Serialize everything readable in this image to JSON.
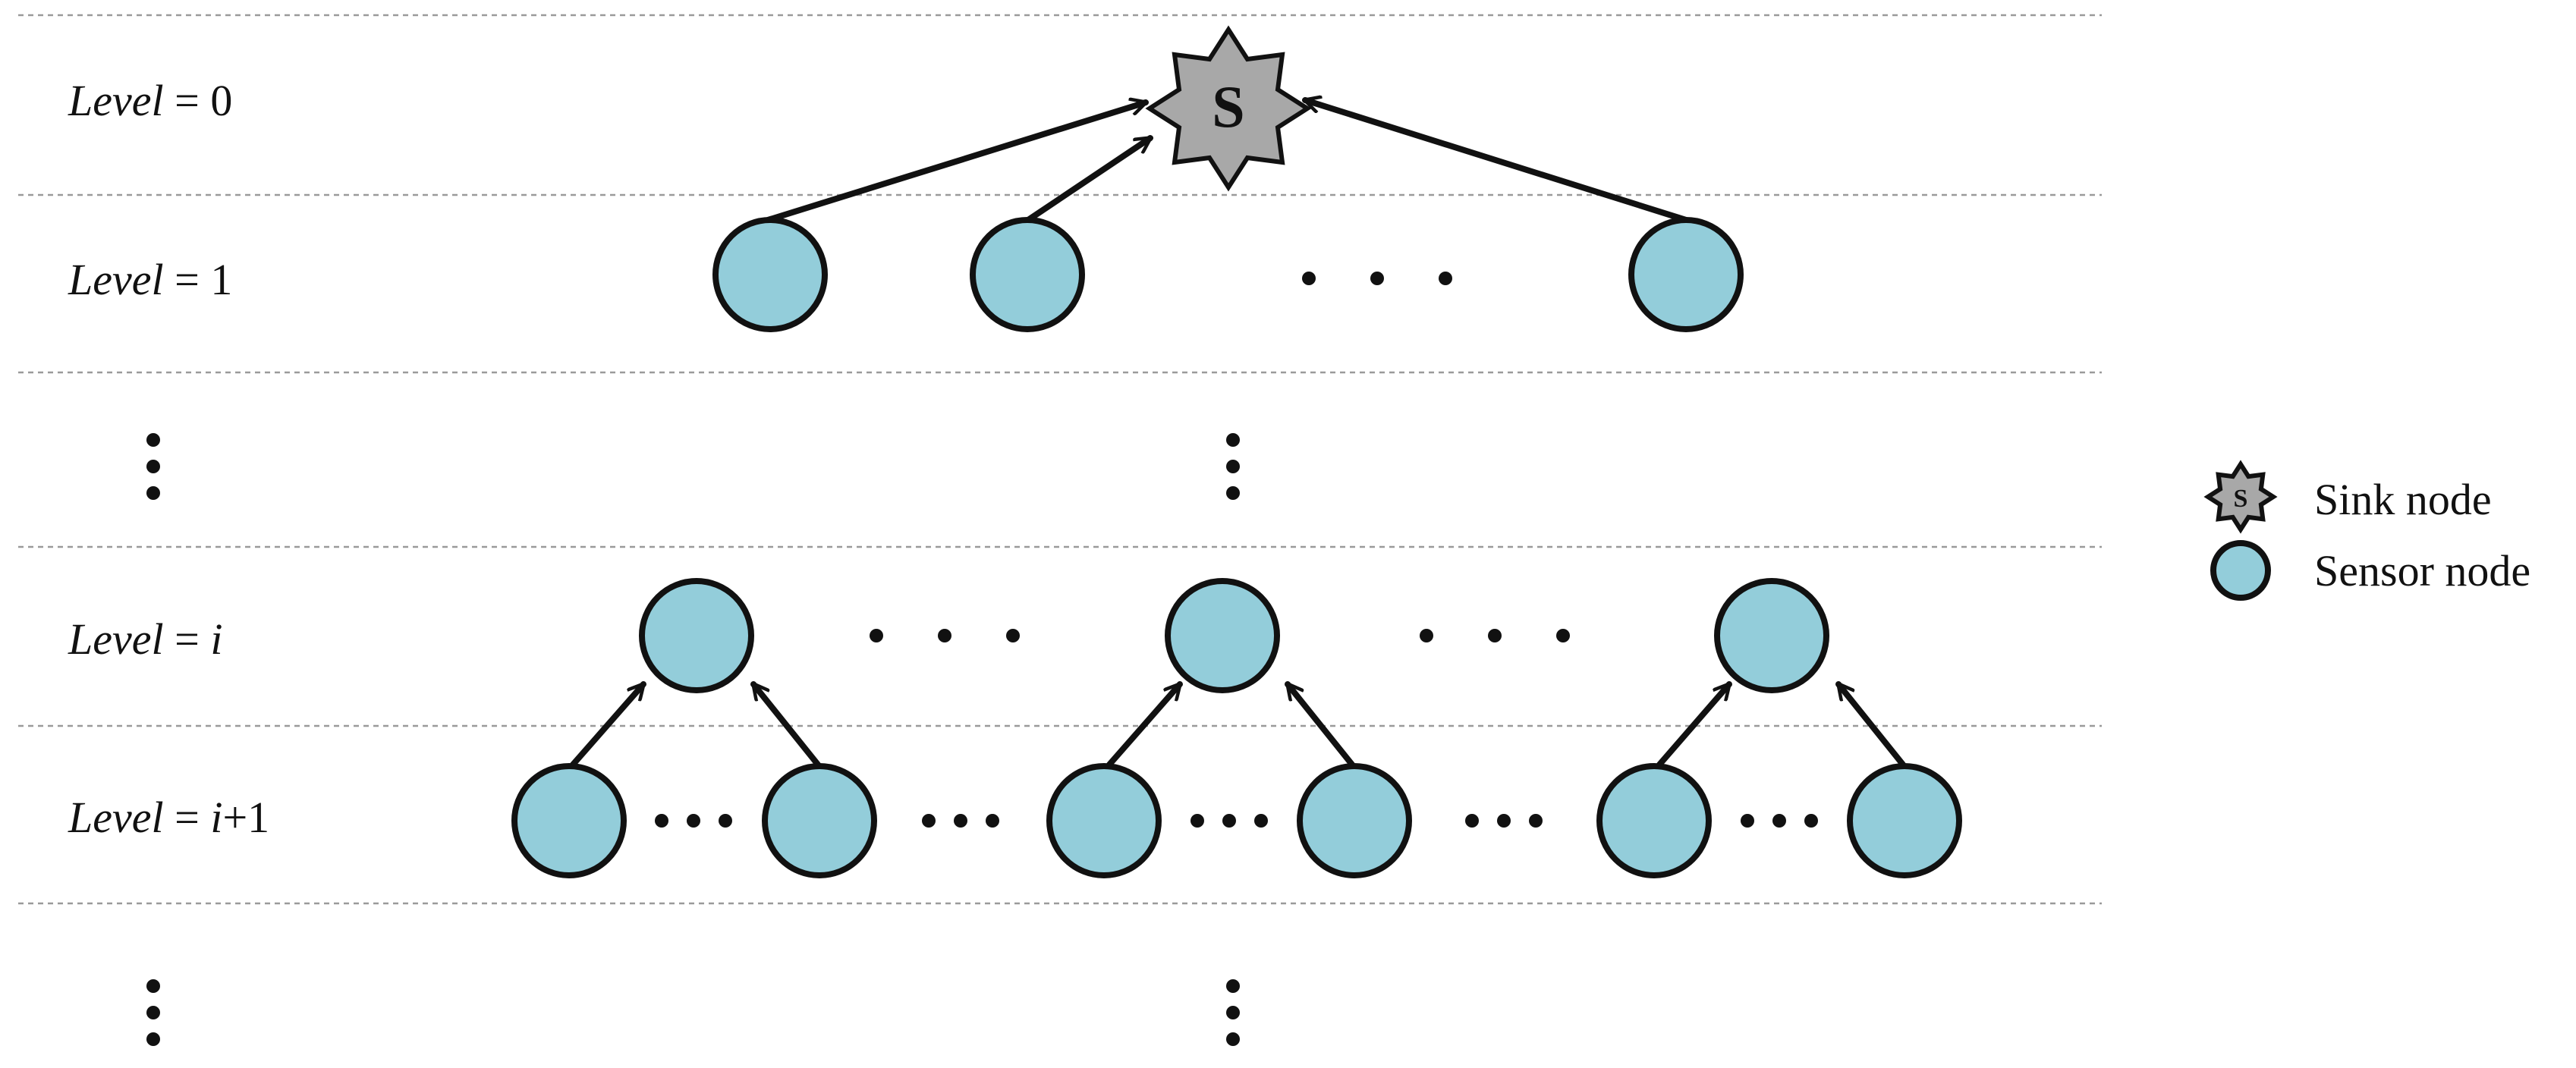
{
  "levels": [
    {
      "prefix": "Level",
      "eq": " = ",
      "value": "0"
    },
    {
      "prefix": "Level",
      "eq": " = ",
      "value": "1"
    },
    {
      "prefix": "Level",
      "eq": " = ",
      "value": "i"
    },
    {
      "prefix": "Level",
      "eq": " = ",
      "value": "i",
      "value_suffix": "+1"
    }
  ],
  "sink": {
    "letter": "S"
  },
  "legend": {
    "sink_label": "Sink node",
    "sensor_label": "Sensor node",
    "sink_letter": "S"
  },
  "colors": {
    "sensor_fill": "#93cdda",
    "sink_fill": "#a8a8a8",
    "outline": "#111111",
    "dashed_rule": "#9a9a9a"
  }
}
